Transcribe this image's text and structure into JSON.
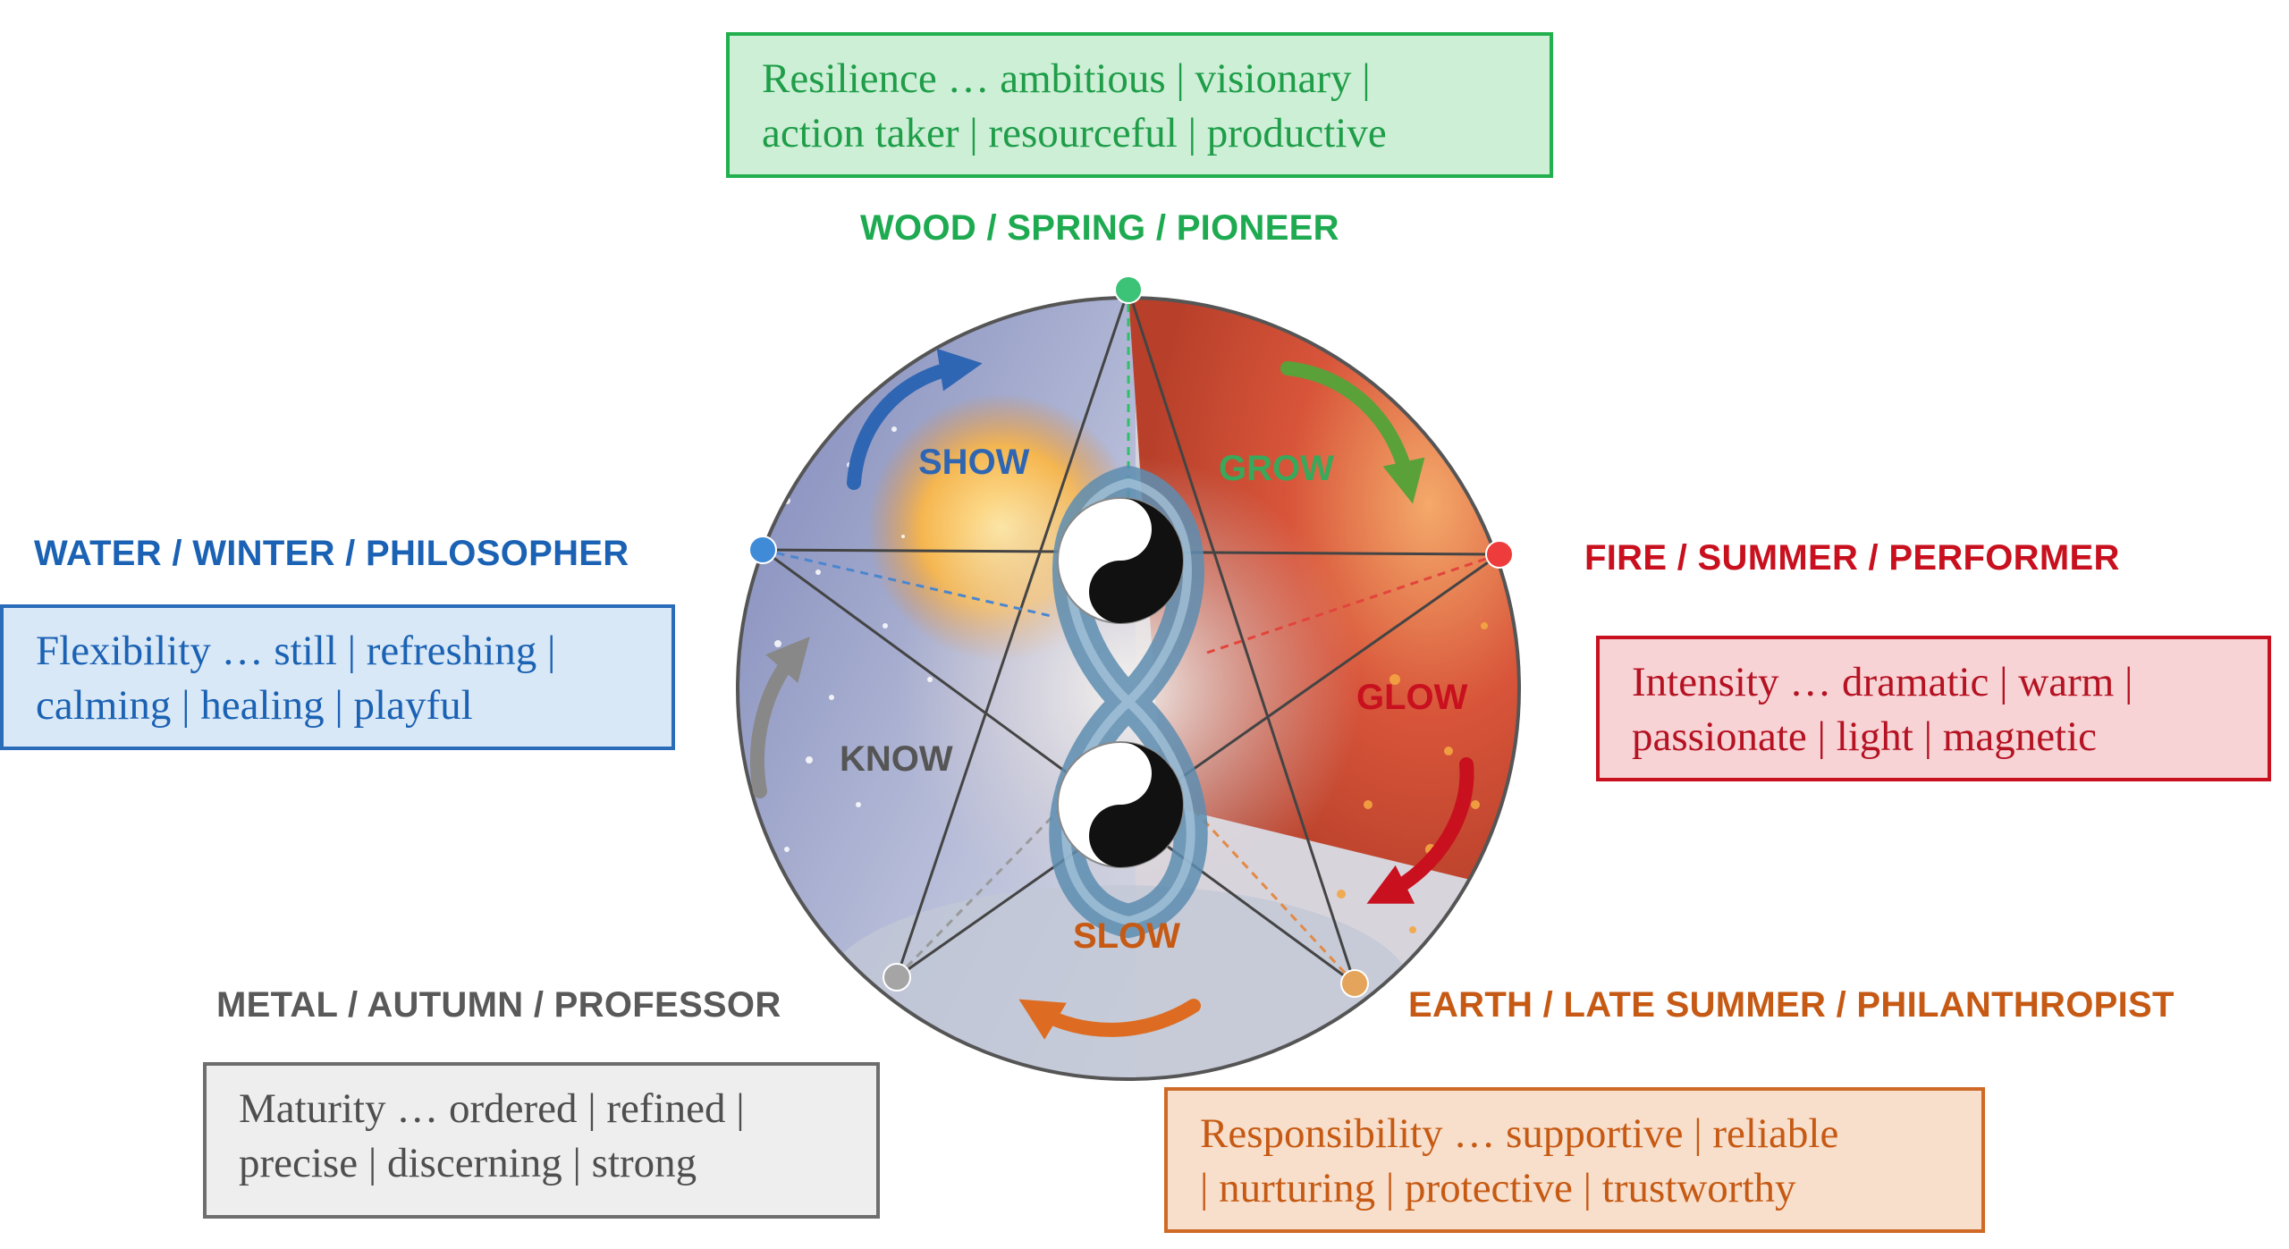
{
  "colors": {
    "wood": "#1eaa50",
    "water": "#1b62b4",
    "fire": "#c8101e",
    "metal": "#595959",
    "earth": "#c65a14"
  },
  "elements": {
    "wood": {
      "heading": "WOOD / SPRING / PIONEER",
      "verb": "GROW",
      "lines": [
        "Resilience … ambitious | visionary |",
        "action taker | resourceful | productive"
      ]
    },
    "water": {
      "heading": "WATER / WINTER / PHILOSOPHER",
      "verb": "SHOW",
      "lines": [
        "Flexibility … still | refreshing |",
        "calming | healing | playful"
      ]
    },
    "fire": {
      "heading": "FIRE / SUMMER / PERFORMER",
      "verb": "GLOW",
      "lines": [
        "Intensity … dramatic | warm |",
        "passionate | light | magnetic"
      ]
    },
    "metal": {
      "heading": "METAL / AUTUMN / PROFESSOR",
      "verb": "KNOW",
      "lines": [
        "Maturity … ordered | refined |",
        "precise | discerning | strong"
      ]
    },
    "earth": {
      "heading": "EARTH / LATE SUMMER / PHILANTHROPIST",
      "verb": "SLOW",
      "lines": [
        "Responsibility … supportive | reliable",
        "| nurturing | protective | trustworthy"
      ]
    }
  }
}
